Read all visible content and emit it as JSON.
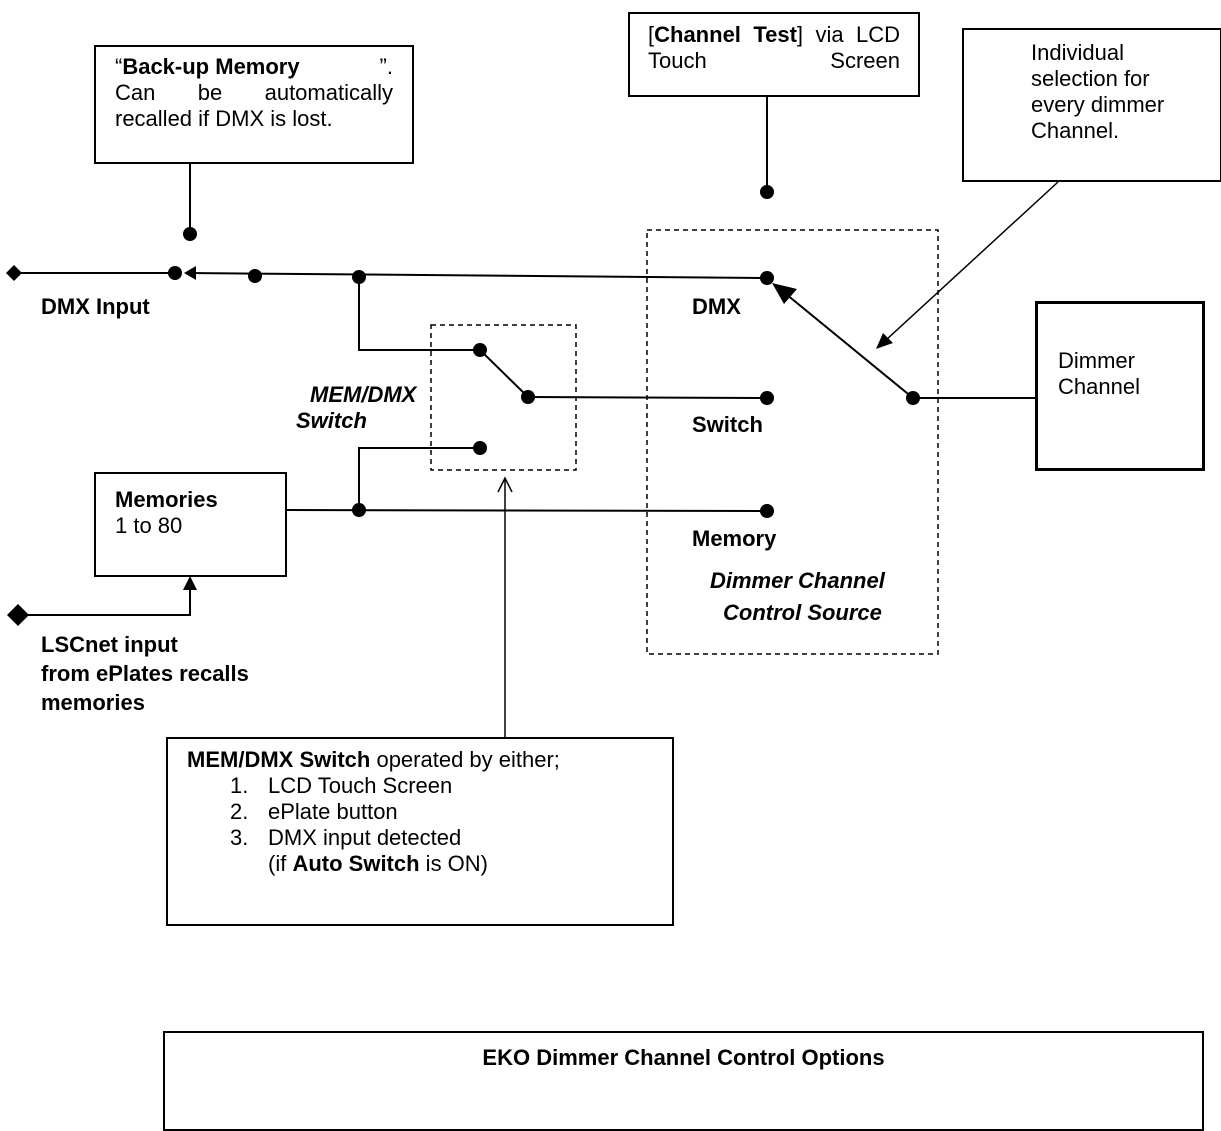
{
  "backup_memory": {
    "open_quote": "“",
    "title": "Back-up Memory",
    "close_quote": "”.",
    "text": "Can be automatically recalled if DMX is lost."
  },
  "channel_test": {
    "open_bracket": "[",
    "title": "Channel Test",
    "suffix": "] via LCD Touch Screen"
  },
  "individual_selection": {
    "text": "Individual selection for every dimmer Channel."
  },
  "dmx_input_label": "DMX Input",
  "memdmx_switch_label_line1": "MEM/DMX",
  "memdmx_switch_label_line2": "Switch",
  "source_labels": {
    "dmx": "DMX",
    "switch": "Switch",
    "memory": "Memory"
  },
  "control_source_label_line1": "Dimmer Channel",
  "control_source_label_line2": "Control Source",
  "dimmer_channel_box": {
    "line1": "Dimmer",
    "line2": "Channel"
  },
  "memories_box": {
    "title": "Memories",
    "range": "1 to 80"
  },
  "lscnet_label": {
    "line1": "LSCnet input",
    "line2": "from ePlates recalls",
    "line3": "memories"
  },
  "memdmx_operation_box": {
    "title": "MEM/DMX Switch",
    "title_suffix": " operated by either;",
    "items": [
      "LCD Touch Screen",
      "ePlate button",
      "DMX input detected"
    ],
    "item_numbers": [
      "1.",
      "2.",
      "3."
    ],
    "note_prefix": "(if ",
    "note_bold": "Auto Switch",
    "note_suffix": " is ON)"
  },
  "caption_box": {
    "title": "EKO Dimmer Channel Control Options"
  }
}
